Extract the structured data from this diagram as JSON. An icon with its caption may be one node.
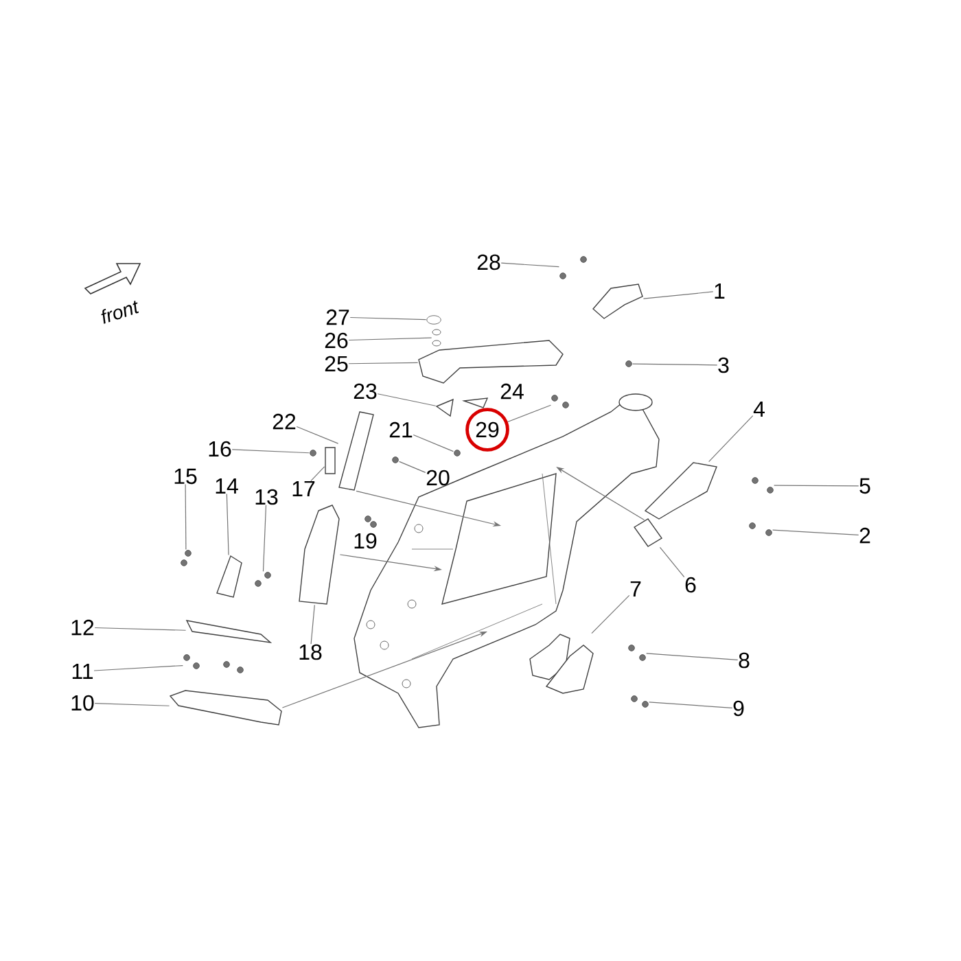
{
  "diagram": {
    "nodes": [
      {
        "text": [
          "1"
        ]
      },
      {
        "text": [
          "2"
        ]
      },
      {
        "text": [
          "3"
        ]
      },
      {
        "text": [
          "4"
        ]
      },
      {
        "text": [
          "5"
        ]
      },
      {
        "text": [
          "6"
        ]
      },
      {
        "text": [
          "7"
        ]
      },
      {
        "text": [
          "8"
        ]
      },
      {
        "text": [
          "9"
        ]
      },
      {
        "text": [
          "10"
        ]
      },
      {
        "text": [
          "11"
        ]
      },
      {
        "text": [
          "12"
        ]
      },
      {
        "text": [
          "13"
        ]
      },
      {
        "text": [
          "14"
        ]
      },
      {
        "text": [
          "15"
        ]
      },
      {
        "text": [
          "16"
        ]
      },
      {
        "text": [
          "17"
        ]
      },
      {
        "text": [
          "18"
        ]
      },
      {
        "text": [
          "20"
        ]
      },
      {
        "text": [
          "21"
        ]
      },
      {
        "text": [
          "22"
        ]
      },
      {
        "text": [
          "23"
        ]
      },
      {
        "text": [
          "25"
        ]
      },
      {
        "text": [
          "26"
        ]
      },
      {
        "text": [
          "27"
        ]
      },
      {
        "text": [
          "28"
        ]
      },
      {
        "text": [
          "29"
        ]
      },
      {
        "text": [],
        "shape": "picture"
      },
      {
        "text": [],
        "shape": "picture"
      },
      {
        "text": [],
        "shape": "picture"
      },
      {
        "text": [],
        "shape": "picture"
      },
      {
        "text": [],
        "shape": "picture"
      },
      {
        "text": [],
        "shape": "picture"
      },
      {
        "text": [],
        "shape": "picture"
      },
      {
        "text": [],
        "shape": "circle"
      },
      {
        "text": [],
        "shape": "picture"
      },
      {
        "text": [],
        "shape": "picture"
      },
      {
        "text": [],
        "shape": "picture"
      },
      {
        "text": [],
        "shape": "picture"
      },
      {
        "text": [],
        "shape": "picture"
      },
      {
        "text": [],
        "shape": "picture"
      },
      {
        "text": [],
        "shape": "picture"
      },
      {
        "text": [],
        "shape": "picture"
      },
      {
        "text": [],
        "shape": "picture"
      },
      {
        "text": [],
        "shape": "picture"
      },
      {
        "text": [],
        "shape": "circle"
      },
      {
        "text": [],
        "shape": "box"
      },
      {
        "text": [],
        "shape": "circle"
      },
      {
        "text": [],
        "shape": "circle"
      },
      {
        "text": [],
        "shape": "picture"
      },
      {
        "text": [],
        "shape": "picture"
      },
      {
        "text": [],
        "shape": "picture"
      },
      {
        "text": [],
        "shape": "circle"
      },
      {
        "text": [],
        "shape": "picture"
      },
      {
        "text": [],
        "shape": "picture"
      }
    ],
    "edges": [
      {
        "from": 0,
        "to": 32,
        "arrow": "none"
      },
      {
        "from": 1,
        "to": 33,
        "arrow": "none"
      },
      {
        "from": 2,
        "to": 34,
        "arrow": "none"
      },
      {
        "from": 3,
        "to": 28,
        "arrow": "none"
      },
      {
        "from": 4,
        "to": 35,
        "arrow": "none"
      },
      {
        "from": 5,
        "to": 36,
        "arrow": "none"
      },
      {
        "from": 6,
        "to": 37,
        "arrow": "none"
      },
      {
        "from": 7,
        "to": 38,
        "arrow": "none"
      },
      {
        "from": 8,
        "to": 39,
        "arrow": "none"
      },
      {
        "from": 9,
        "to": 29,
        "arrow": "none"
      },
      {
        "from": 10,
        "to": 40,
        "arrow": "none"
      },
      {
        "from": 11,
        "to": 41,
        "arrow": "none"
      },
      {
        "from": 12,
        "to": 42,
        "arrow": "none"
      },
      {
        "from": 13,
        "to": 43,
        "arrow": "none"
      },
      {
        "from": 14,
        "to": 44,
        "arrow": "none"
      },
      {
        "from": 15,
        "to": 45,
        "arrow": "none"
      },
      {
        "from": 16,
        "to": 46,
        "arrow": "none"
      },
      {
        "from": 17,
        "to": 30,
        "arrow": "none"
      },
      {
        "from": 18,
        "to": 47,
        "arrow": "none"
      },
      {
        "from": 19,
        "to": 48,
        "arrow": "none"
      },
      {
        "from": 20,
        "to": 31,
        "arrow": "none"
      },
      {
        "from": 21,
        "to": 49,
        "arrow": "none"
      },
      {
        "from": 22,
        "to": 50,
        "arrow": "none"
      },
      {
        "from": 23,
        "to": 51,
        "arrow": "none"
      },
      {
        "from": 24,
        "to": 52,
        "arrow": "none"
      },
      {
        "from": 25,
        "to": 53,
        "arrow": "none"
      },
      {
        "from": 26,
        "to": 54,
        "arrow": "none"
      },
      {
        "from": 28,
        "to": 27,
        "arrow": "to"
      },
      {
        "from": 29,
        "to": 27,
        "arrow": "to"
      },
      {
        "from": 30,
        "to": 27,
        "arrow": "to"
      },
      {
        "from": 31,
        "to": 27,
        "arrow": "to"
      }
    ],
    "labels": [
      "19",
      "24",
      "front"
    ]
  }
}
